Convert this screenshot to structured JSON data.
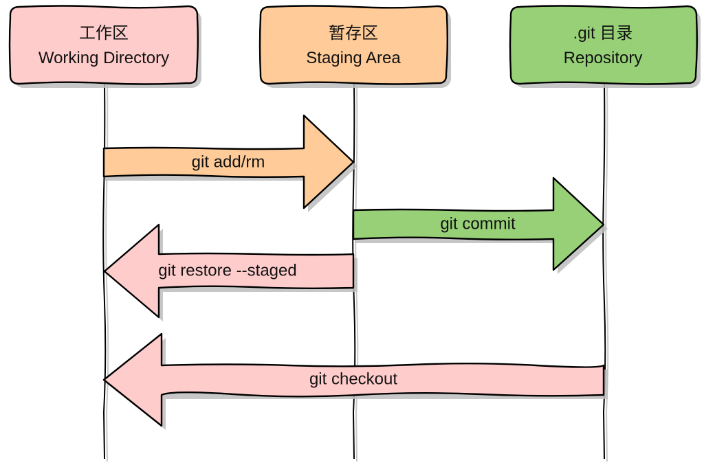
{
  "diagram": {
    "type": "sequence",
    "colors": {
      "working": "#FFCCCC",
      "staging": "#FFCC99",
      "repository": "#97D077",
      "outline": "#000000",
      "shadow": "#BDBDBD",
      "text": "#111111"
    },
    "participants": [
      {
        "id": "working",
        "title_zh": "工作区",
        "title_en": "Working Directory",
        "color": "#FFCCCC"
      },
      {
        "id": "staging",
        "title_zh": "暂存区",
        "title_en": "Staging Area",
        "color": "#FFCC99"
      },
      {
        "id": "repository",
        "title_zh": ".git 目录",
        "title_en": "Repository",
        "color": "#97D077"
      }
    ],
    "messages": [
      {
        "label": "git add/rm",
        "from": "working",
        "to": "staging",
        "color": "#FFCC99"
      },
      {
        "label": "git commit",
        "from": "staging",
        "to": "repository",
        "color": "#97D077"
      },
      {
        "label": "git restore --staged",
        "from": "staging",
        "to": "working",
        "color": "#FFCCCC"
      },
      {
        "label": "git checkout",
        "from": "repository",
        "to": "working",
        "color": "#FFCCCC"
      }
    ]
  }
}
